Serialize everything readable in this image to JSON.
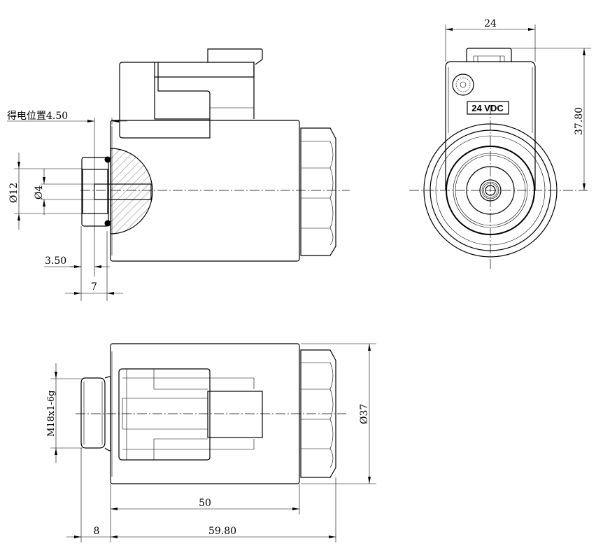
{
  "drawing": {
    "front_view": {
      "energized_position_label": "得电位置4.50",
      "dim_bore_outer": "Ø12",
      "dim_bore_inner": "Ø4",
      "dim_offset": "3.50",
      "dim_fitting_length": "7"
    },
    "end_view": {
      "dim_width": "24",
      "dim_height": "37.80",
      "voltage_label": "24 VDC"
    },
    "bottom_view": {
      "dim_thread": "M18x1-6g",
      "dim_diameter": "Ø37",
      "dim_body_length": "50",
      "dim_total_length": "59.80",
      "dim_thread_length": "8"
    }
  }
}
